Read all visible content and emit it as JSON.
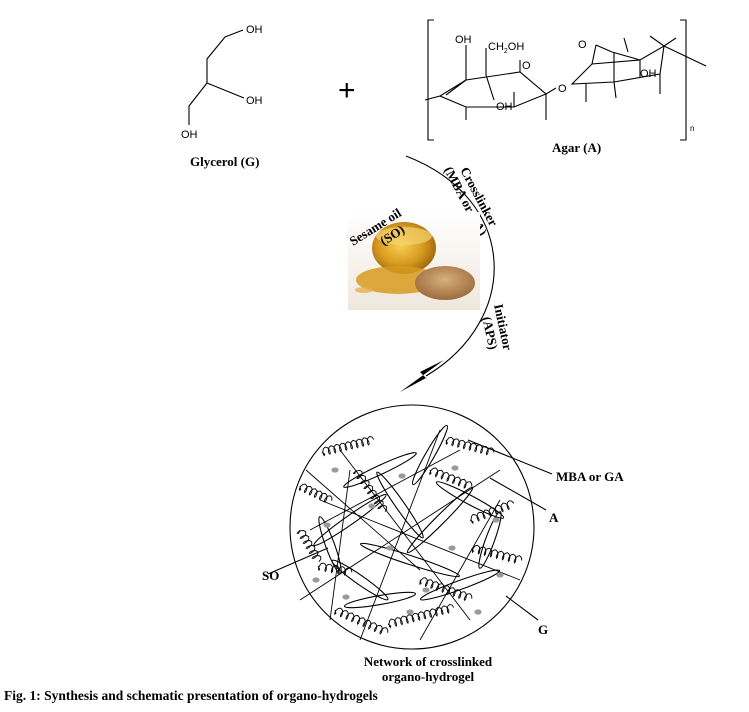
{
  "glycerol": {
    "oh_top": "OH",
    "oh_middle": "OH",
    "oh_bottom": "OH",
    "name": "Glycerol (G)"
  },
  "plus_sign": "+",
  "agar": {
    "oh_1": "OH",
    "ch2oh": "CH",
    "ch2oh_sub": "2",
    "ch2oh_end": "OH",
    "oh_2": "OH",
    "oh_3": "OH",
    "o_ring": "O",
    "o_link": "O",
    "o_bridge": "O",
    "repeat_n": "n",
    "name": "Agar (A)"
  },
  "arrow": {
    "crosslinker_line1": "Crosslinker",
    "crosslinker_line2": "(MBA or GA)",
    "initiator_line1": "Initiator",
    "initiator_line2": "(APS)"
  },
  "sesame": {
    "line1": "Sesame oil",
    "line2": "(SO)"
  },
  "network": {
    "label_mba": "MBA or GA",
    "label_a": "A",
    "label_so": "SO",
    "label_g": "G",
    "title_line1": "Network of crosslinked",
    "title_line2": "organo-hydrogel"
  },
  "caption": "Fig. 1: Synthesis and schematic presentation of organo-hydrogels",
  "colors": {
    "oil_amber": "#d79a1f",
    "seed_brown": "#b98a55",
    "background": "#ffffff"
  }
}
